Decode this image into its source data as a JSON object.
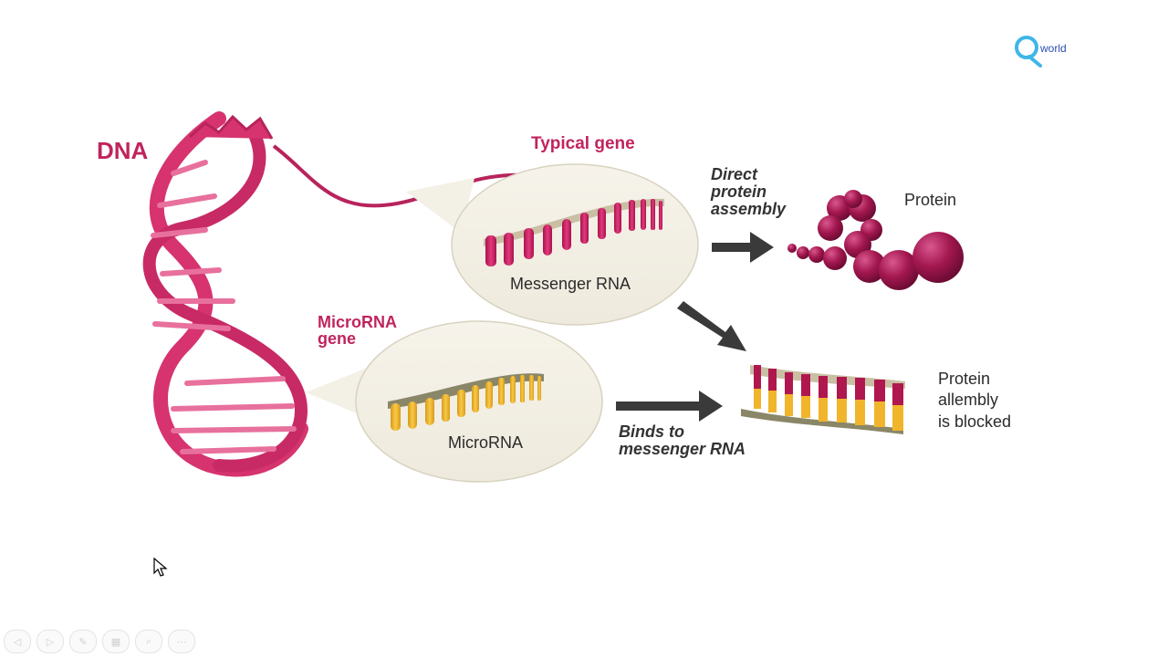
{
  "logo": {
    "letter": "Q",
    "text": "world",
    "color": "#2a4fb0",
    "accent": "#3fb6e8"
  },
  "labels": {
    "dna": "DNA",
    "typical_gene": "Typical gene",
    "microrna_gene_line1": "MicroRNA",
    "microrna_gene_line2": "gene",
    "messenger_rna": "Messenger RNA",
    "microrna": "MicroRNA",
    "direct_line1": "Direct",
    "direct_line2": "protein",
    "direct_line3": "assembly",
    "protein": "Protein",
    "binds_line1": "Binds to",
    "binds_line2": "messenger RNA",
    "blocked_line1": "Protein",
    "blocked_line2": "allembly",
    "blocked_line3": "is blocked"
  },
  "colors": {
    "magenta": "#c0245e",
    "dna_pink": "#d6336f",
    "protein": "#9b1350",
    "microrna_yellow": "#f1b52b",
    "bubble_fill": "#f3f0e6",
    "arrow": "#3a3a3a"
  },
  "controls": [
    {
      "name": "prev-icon",
      "glyph": "◁"
    },
    {
      "name": "next-icon",
      "glyph": "▷"
    },
    {
      "name": "pen-icon",
      "glyph": "✎"
    },
    {
      "name": "slides-icon",
      "glyph": "▦"
    },
    {
      "name": "zoom-icon",
      "glyph": "⌕"
    },
    {
      "name": "more-icon",
      "glyph": "⋯"
    }
  ]
}
